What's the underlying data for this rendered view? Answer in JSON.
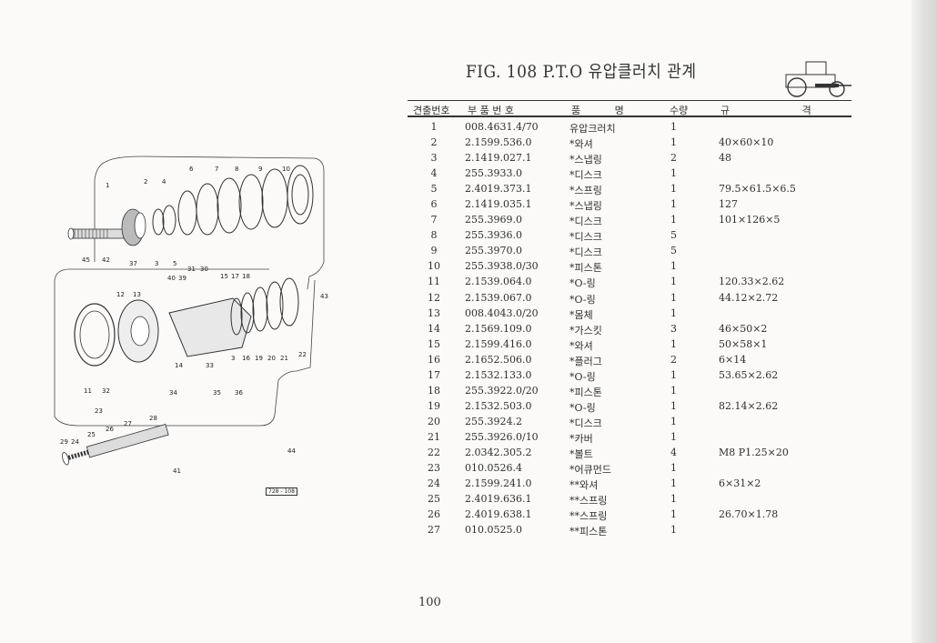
{
  "title": "FIG. 108 P.T.O 유압클러치 관계",
  "headers": {
    "no": "견출번호",
    "part_no": "부 품 번 호",
    "name": "품 명",
    "qty": "수량",
    "spec": "규 격"
  },
  "rows": [
    {
      "no": "1",
      "part": "008.4631.4/70",
      "name": "유압크러치",
      "qty": "1",
      "spec": ""
    },
    {
      "no": "2",
      "part": "2.1599.536.0",
      "name": "*와셔",
      "qty": "1",
      "spec": "40×60×10"
    },
    {
      "no": "3",
      "part": "2.1419.027.1",
      "name": "*스냅링",
      "qty": "2",
      "spec": "48"
    },
    {
      "no": "4",
      "part": "255.3933.0",
      "name": "*디스크",
      "qty": "1",
      "spec": ""
    },
    {
      "no": "5",
      "part": "2.4019.373.1",
      "name": "*스프링",
      "qty": "1",
      "spec": "79.5×61.5×6.5"
    },
    {
      "no": "6",
      "part": "2.1419.035.1",
      "name": "*스냅링",
      "qty": "1",
      "spec": "127"
    },
    {
      "no": "7",
      "part": "255.3969.0",
      "name": "*디스크",
      "qty": "1",
      "spec": "101×126×5"
    },
    {
      "no": "8",
      "part": "255.3936.0",
      "name": "*디스크",
      "qty": "5",
      "spec": ""
    },
    {
      "no": "9",
      "part": "255.3970.0",
      "name": "*디스크",
      "qty": "5",
      "spec": ""
    },
    {
      "no": "10",
      "part": "255.3938.0/30",
      "name": "*피스톤",
      "qty": "1",
      "spec": ""
    },
    {
      "no": "11",
      "part": "2.1539.064.0",
      "name": "*O-링",
      "qty": "1",
      "spec": "120.33×2.62"
    },
    {
      "no": "12",
      "part": "2.1539.067.0",
      "name": "*O-링",
      "qty": "1",
      "spec": "44.12×2.72"
    },
    {
      "no": "13",
      "part": "008.4043.0/20",
      "name": "*몸체",
      "qty": "1",
      "spec": ""
    },
    {
      "no": "14",
      "part": "2.1569.109.0",
      "name": "*가스킷",
      "qty": "3",
      "spec": "46×50×2"
    },
    {
      "no": "15",
      "part": "2.1599.416.0",
      "name": "*와셔",
      "qty": "1",
      "spec": "50×58×1"
    },
    {
      "no": "16",
      "part": "2.1652.506.0",
      "name": "*플러그",
      "qty": "2",
      "spec": "6×14"
    },
    {
      "no": "17",
      "part": "2.1532.133.0",
      "name": "*O-링",
      "qty": "1",
      "spec": "53.65×2.62"
    },
    {
      "no": "18",
      "part": "255.3922.0/20",
      "name": "*피스톤",
      "qty": "1",
      "spec": ""
    },
    {
      "no": "19",
      "part": "2.1532.503.0",
      "name": "*O-링",
      "qty": "1",
      "spec": "82.14×2.62"
    },
    {
      "no": "20",
      "part": "255.3924.2",
      "name": "*디스크",
      "qty": "1",
      "spec": ""
    },
    {
      "no": "21",
      "part": "255.3926.0/10",
      "name": "*카버",
      "qty": "1",
      "spec": ""
    },
    {
      "no": "22",
      "part": "2.0342.305.2",
      "name": "*볼트",
      "qty": "4",
      "spec": "M8 P1.25×20"
    },
    {
      "no": "23",
      "part": "010.0526.4",
      "name": "*어큐먼드",
      "qty": "1",
      "spec": ""
    },
    {
      "no": "24",
      "part": "2.1599.241.0",
      "name": "**와셔",
      "qty": "1",
      "spec": "6×31×2"
    },
    {
      "no": "25",
      "part": "2.4019.636.1",
      "name": "**스프링",
      "qty": "1",
      "spec": ""
    },
    {
      "no": "26",
      "part": "2.4019.638.1",
      "name": "**스프링",
      "qty": "1",
      "spec": "26.70×1.78"
    },
    {
      "no": "27",
      "part": "010.0525.0",
      "name": "**피스톤",
      "qty": "1",
      "spec": ""
    }
  ],
  "diagram": {
    "callouts": [
      "1",
      "2",
      "4",
      "6",
      "7",
      "8",
      "9",
      "10",
      "45",
      "42",
      "37",
      "3",
      "5",
      "31",
      "30",
      "40",
      "39",
      "15",
      "17",
      "18",
      "12",
      "13",
      "43",
      "3",
      "16",
      "19",
      "20",
      "21",
      "22",
      "14",
      "33",
      "11",
      "32",
      "34",
      "35",
      "36",
      "23",
      "28",
      "27",
      "26",
      "25",
      "29",
      "24",
      "41",
      "44"
    ],
    "figure_ref": "728 - 108"
  },
  "page_number": "100",
  "colors": {
    "ink": "#2a2a2a",
    "paper": "#fbfaf8"
  }
}
